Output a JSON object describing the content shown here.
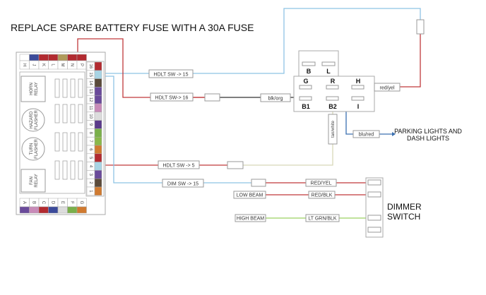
{
  "title": "REPLACE SPARE BATTERY FUSE WITH A 30A FUSE",
  "fuse_box": {
    "top_row": [
      {
        "label": "H",
        "color": "#ffffff"
      },
      {
        "label": "J",
        "color": "#3b4a9a"
      },
      {
        "label": "K",
        "color": "#b22a30"
      },
      {
        "label": "L",
        "color": "#b22a30"
      },
      {
        "label": "M",
        "color": "#b09a5a"
      },
      {
        "label": "N",
        "color": "#b22a30"
      },
      {
        "label": "P",
        "color": "#b22a30"
      }
    ],
    "bottom_row": [
      {
        "label": "A",
        "color": "#6a4a9a"
      },
      {
        "label": "B",
        "color": "#c88ab8"
      },
      {
        "label": "C",
        "color": "#b22a30"
      },
      {
        "label": "D",
        "color": "#3b4a9a"
      },
      {
        "label": "E",
        "color": "#dcdcdc"
      },
      {
        "label": "F",
        "color": "#7ab04a"
      },
      {
        "label": "G",
        "color": "#d07a30"
      }
    ],
    "side_column": [
      {
        "label": "16",
        "color": "#b22a30"
      },
      {
        "label": "15",
        "color": "#a8d4e4"
      },
      {
        "label": "14",
        "color": "#5a4a3a"
      },
      {
        "label": "13",
        "color": "#6a4a9a"
      },
      {
        "label": "12",
        "color": "#6a4a9a"
      },
      {
        "label": "11",
        "color": "#c88ab8"
      },
      {
        "label": "10",
        "color": "#dcdcdc"
      },
      {
        "label": "9",
        "color": "#5a3a8a"
      },
      {
        "label": "8",
        "color": "#7ab04a"
      },
      {
        "label": "7",
        "color": "#8ab84a"
      },
      {
        "label": "6",
        "color": "#d07a30"
      },
      {
        "label": "5",
        "color": "#b22a30"
      },
      {
        "label": "4",
        "color": "#a8d4e4"
      },
      {
        "label": "3",
        "color": "#6a4a9a"
      },
      {
        "label": "2",
        "color": "#5a4a3a"
      },
      {
        "label": "1",
        "color": "#d07a30"
      }
    ],
    "relays": [
      "HORN RELAY",
      "HAZARD FLASHER",
      "TURN FLASHER",
      "FAN RELAY"
    ]
  },
  "switch_block": {
    "terminals_top": [
      "B",
      "L"
    ],
    "terminals_mid": [
      "G",
      "R",
      "H"
    ],
    "terminals_bottom": [
      "B1",
      "B2",
      "I"
    ]
  },
  "wire_labels": {
    "hdlt15": "HDLT SW -> 15",
    "hdlt16": "HDLT SW-> 16",
    "blkorg": "blk/org",
    "redyel_small": "red/yel",
    "tanwhite": "tan/white",
    "blured": "blu/red",
    "hdlt5": "HDLT SW -> 5",
    "dim15": "DIM SW -> 15",
    "redyel": "RED/YEL",
    "lowbeam": "LOW BEAM",
    "redblk": "RED/BLK",
    "highbeam": "HIGH BEAM",
    "ltgrnblk": "LT GRN/BLK"
  },
  "parking_label": [
    "PARKING LIGHTS AND",
    "DASH LIGHTS"
  ],
  "dimmer_label": [
    "DIMMER",
    "SWITCH"
  ],
  "wire_colors": {
    "red": "#c0393b",
    "blue": "#8ec3e4",
    "dark_blue": "#3a6fb0",
    "black": "#333333",
    "tan": "#d8d8b8",
    "green": "#9ad060"
  }
}
